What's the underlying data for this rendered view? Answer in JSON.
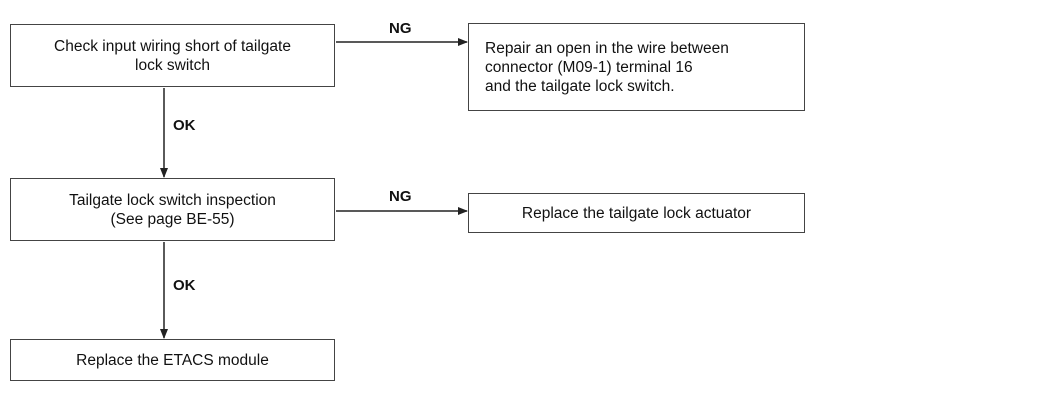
{
  "boxes": {
    "check_wiring": "Check input wiring short of tailgate\nlock switch",
    "repair_open": "Repair an open in the wire between\nconnector (M09-1) terminal 16\nand the tailgate lock switch.",
    "switch_inspection": "Tailgate lock switch inspection\n(See page BE-55)",
    "replace_actuator": "Replace the tailgate lock actuator",
    "replace_etacs": "Replace the ETACS module"
  },
  "labels": {
    "ng_1": "NG",
    "ok_1": "OK",
    "ng_2": "NG",
    "ok_2": "OK"
  }
}
